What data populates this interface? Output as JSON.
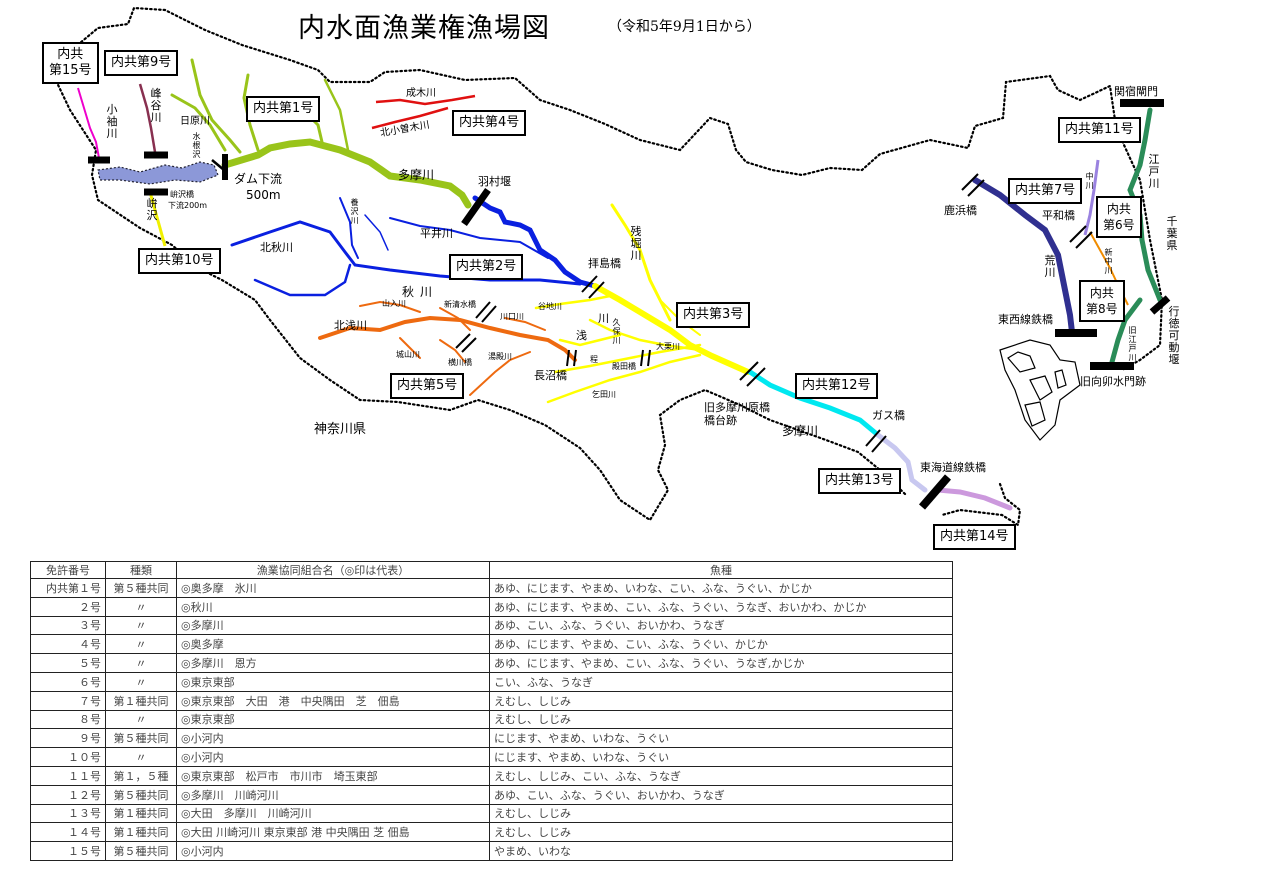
{
  "title": "内水面漁業権漁場図",
  "subtitle": "（令和5年9月1日から）",
  "colors": {
    "zone1": "#99c41a",
    "zone2": "#0a20e0",
    "zone3": "#ffff00",
    "zone4": "#e01010",
    "zone5": "#ee6a10",
    "zone7": "#303090",
    "zone8": "#f08c00",
    "zone9": "#883050",
    "zone10": "#f0f000",
    "zone11": "#2a8c58",
    "zone12": "#00e8f0",
    "zone13": "#c8c8f0",
    "zone14": "#cc99dd",
    "zone15": "#ee00cc",
    "lake": "#8c98d8"
  },
  "zones": {
    "z1": "内共第1号",
    "z2": "内共第2号",
    "z3": "内共第3号",
    "z4": "内共第4号",
    "z5": "内共第5号",
    "z6a": "内共",
    "z6b": "第6号",
    "z7": "内共第7号",
    "z8a": "内共",
    "z8b": "第8号",
    "z9": "内共第9号",
    "z10": "内共第10号",
    "z11": "内共第11号",
    "z12": "内共第12号",
    "z13": "内共第13号",
    "z14": "内共第14号",
    "z15a": "内共",
    "z15b": "第15号"
  },
  "places": {
    "kosode": "小袖川",
    "minedani": "峰谷川",
    "nippara": "日原川",
    "mizune": "水根沢",
    "okuzawa_bridge": "峅沢橋",
    "okuzawa_down": "下流200m",
    "okuzawa": "峅沢",
    "dam_down": "ダム下流",
    "dam_dist": "500m",
    "nariki": "成木川",
    "kitakoso": "北小曽木川",
    "tama": "多摩川",
    "hamura": "羽村堰",
    "yozawa": "養沢川",
    "hirai": "平井川",
    "kitaaki": "北秋川",
    "aki": "秋川",
    "haijima": "拝島橋",
    "zanbori": "残堀川",
    "yamairi": "山入川",
    "shinshimizu": "新清水橋",
    "kawaguchi": "川口川",
    "yachi": "谷地川",
    "kitaasa": "北浅川",
    "shiroyama": "城山川",
    "yokokawa": "横川橋",
    "yudono": "湯殿川",
    "asa1": "浅",
    "asa2": "川",
    "kubo": "久保川",
    "hodo": "程",
    "tonoda": "殿田橋",
    "ogури": "大栗川",
    "naganuma": "長沼橋",
    "otsuta": "乞田川",
    "old_bridge1": "旧多摩川原橋",
    "old_bridge2": "橋台跡",
    "tama2": "多摩川",
    "gas": "ガス橋",
    "tokaido": "東海道線鉄橋",
    "kanagawa": "神奈川県",
    "sekiyado": "関宿閘門",
    "edogawa": "江戸川",
    "chiba": "千葉県",
    "nakagawa": "中川",
    "kahama": "鹿浜橋",
    "heiwa": "平和橋",
    "shin_naka": "新中川",
    "kyu_edo": "旧江戸川",
    "arakawa": "荒川",
    "tozai": "東西線鉄橋",
    "gyotoku": "行徳可動堰",
    "kyu_mukai": "旧向卯水門跡"
  },
  "table": {
    "headers": [
      "免許番号",
      "種類",
      "漁業協同組合名（◎印は代表）",
      "魚種"
    ],
    "rows": [
      [
        "内共第１号",
        "第５種共同",
        "◎奥多摩　氷川",
        "あゆ、にじます、やまめ、いわな、こい、ふな、うぐい、かじか"
      ],
      [
        "２号",
        "〃",
        "◎秋川",
        "あゆ、にじます、やまめ、こい、ふな、うぐい、うなぎ、おいかわ、かじか"
      ],
      [
        "３号",
        "〃",
        "◎多摩川",
        "あゆ、こい、ふな、うぐい、おいかわ、うなぎ"
      ],
      [
        "４号",
        "〃",
        "◎奥多摩",
        "あゆ、にじます、やまめ、こい、ふな、うぐい、かじか"
      ],
      [
        "５号",
        "〃",
        "◎多摩川　恩方",
        "あゆ、にじます、やまめ、こい、ふな、うぐい、うなぎ,かじか"
      ],
      [
        "６号",
        "〃",
        "◎東京東部",
        "こい、ふな、うなぎ"
      ],
      [
        "７号",
        "第１種共同",
        "◎東京東部　大田　港　中央隅田　芝　佃島",
        "えむし、しじみ"
      ],
      [
        "８号",
        "〃",
        "◎東京東部",
        "えむし、しじみ"
      ],
      [
        "９号",
        "第５種共同",
        "◎小河内",
        "にじます、やまめ、いわな、うぐい"
      ],
      [
        "１０号",
        "〃",
        "◎小河内",
        "にじます、やまめ、いわな、うぐい"
      ],
      [
        "１１号",
        "第１，５種",
        "◎東京東部　松戸市　市川市　埼玉東部",
        "えむし、しじみ、こい、ふな、うなぎ"
      ],
      [
        "１２号",
        "第５種共同",
        "◎多摩川　川崎河川",
        "あゆ、こい、ふな、うぐい、おいかわ、うなぎ"
      ],
      [
        "１３号",
        "第１種共同",
        "◎大田　多摩川　川崎河川",
        "えむし、しじみ"
      ],
      [
        "１４号",
        "第１種共同",
        "◎大田 川崎河川 東京東部 港 中央隅田 芝 佃島",
        "えむし、しじみ"
      ],
      [
        "１５号",
        "第５種共同",
        "◎小河内",
        "やまめ、いわな"
      ]
    ]
  }
}
